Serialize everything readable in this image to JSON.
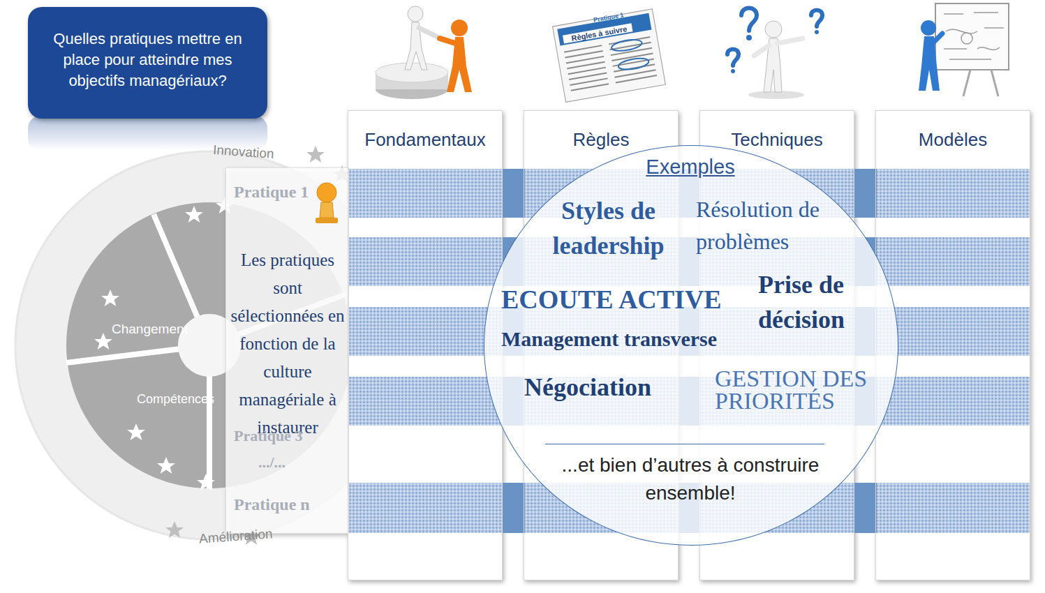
{
  "diagram": {
    "nodes": [
      {
        "text": [
          "Quelles pratiques mettre en place pour atteindre mes objectifs managériaux?"
        ]
      },
      {
        "text": [
          "Fondamentaux"
        ]
      },
      {
        "text": [
          "Règles"
        ]
      },
      {
        "text": [
          "Techniques"
        ]
      },
      {
        "text": [
          "Modèles"
        ]
      },
      {
        "text": [
          "Les pratiques sont sélectionnées en fonction de la culture managériale à instaurer"
        ]
      },
      {
        "text": [
          "Exemples",
          "Styles de leadership",
          "Résolution de problèmes",
          "ECOUTE ACTIVE",
          "Prise de décision",
          "Management transverse",
          "Négociation",
          "GESTION DES PRIORITÉS",
          "...et bien d’autres à construire ensemble!"
        ]
      }
    ],
    "labels": [
      "Pratique 1",
      "Règles à suivre",
      "Innovation",
      "Changement",
      "Compétences",
      "Amélioration",
      "Pratique 1",
      "Pratique 3",
      ".../...",
      "Pratique n"
    ]
  }
}
